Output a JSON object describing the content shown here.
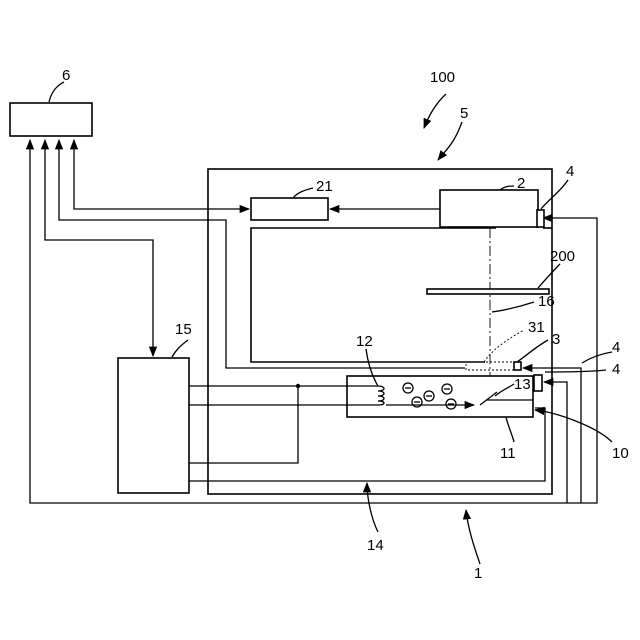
{
  "labels": {
    "n6": "6",
    "n100": "100",
    "n5": "5",
    "n4_top": "4",
    "n2": "2",
    "n21": "21",
    "n200": "200",
    "n16": "16",
    "n31": "31",
    "n3": "3",
    "n4_mid": "4",
    "n4_low": "4",
    "n15": "15",
    "n12": "12",
    "n13": "13",
    "n11": "11",
    "n10": "10",
    "n14": "14",
    "n1": "1"
  }
}
